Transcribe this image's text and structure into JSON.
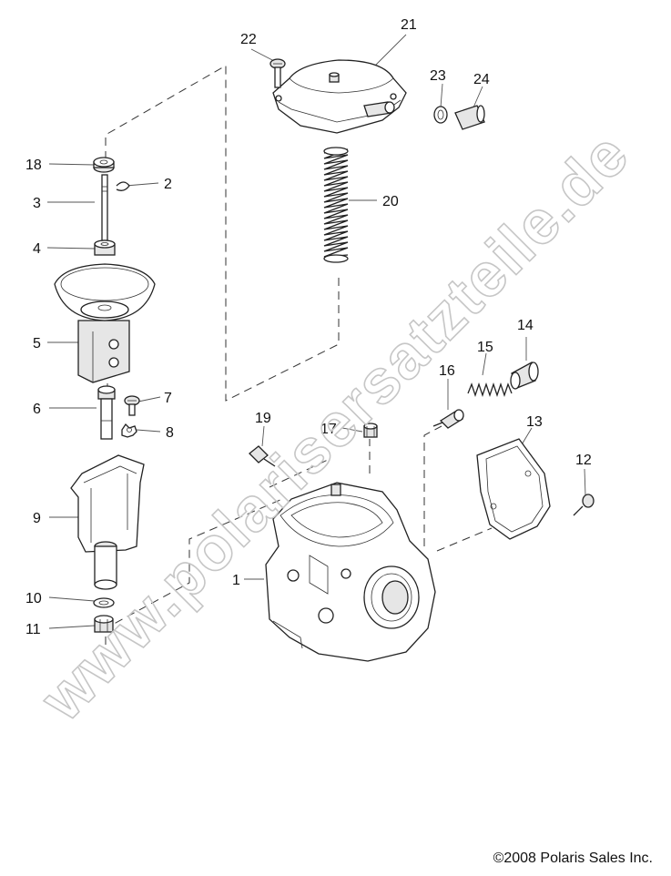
{
  "diagram": {
    "callouts": [
      {
        "id": "c1",
        "label": "1"
      },
      {
        "id": "c2",
        "label": "2"
      },
      {
        "id": "c3",
        "label": "3"
      },
      {
        "id": "c4",
        "label": "4"
      },
      {
        "id": "c5",
        "label": "5"
      },
      {
        "id": "c6",
        "label": "6"
      },
      {
        "id": "c7",
        "label": "7"
      },
      {
        "id": "c8",
        "label": "8"
      },
      {
        "id": "c9",
        "label": "9"
      },
      {
        "id": "c10",
        "label": "10"
      },
      {
        "id": "c11",
        "label": "11"
      },
      {
        "id": "c12",
        "label": "12"
      },
      {
        "id": "c13",
        "label": "13"
      },
      {
        "id": "c14",
        "label": "14"
      },
      {
        "id": "c15",
        "label": "15"
      },
      {
        "id": "c16",
        "label": "16"
      },
      {
        "id": "c17",
        "label": "17"
      },
      {
        "id": "c18",
        "label": "18"
      },
      {
        "id": "c19",
        "label": "19"
      },
      {
        "id": "c20",
        "label": "20"
      },
      {
        "id": "c21",
        "label": "21"
      },
      {
        "id": "c22",
        "label": "22"
      },
      {
        "id": "c23",
        "label": "23"
      },
      {
        "id": "c24",
        "label": "24"
      }
    ]
  },
  "watermark": "www.polarisersatzteile.de",
  "copyright": "©2008 Polaris Sales Inc.",
  "colors": {
    "line": "#222222",
    "watermark_outline": "#c6c6c6",
    "background": "#ffffff"
  }
}
